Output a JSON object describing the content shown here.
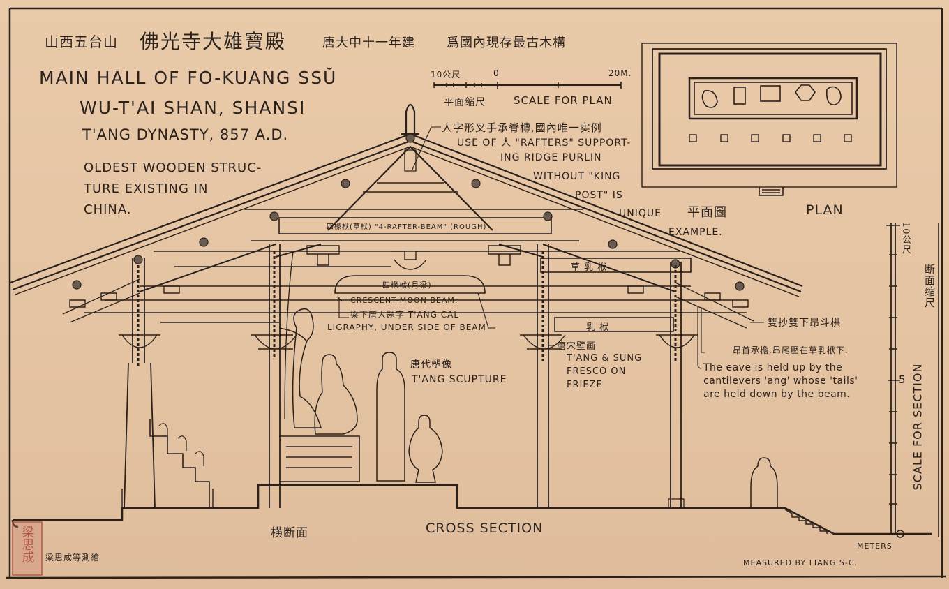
{
  "title": {
    "chinese_location": "山西五台山",
    "chinese_name": "佛光寺大雄寶殿",
    "chinese_date": "唐大中十一年建",
    "chinese_note": "爲國內現存最古木構",
    "english_lines": [
      "Main Hall of Fo-kuang Ssŭ",
      "Wu-t'ai Shan, Shansi"
    ],
    "dynasty": "T'ang Dynasty, 857 A.D.",
    "description_lines": [
      "Oldest wooden struc-",
      "ture existing in",
      "China."
    ]
  },
  "plan_scale": {
    "ticks": [
      "10公尺",
      "0",
      "20M."
    ],
    "label_cn": "平面缩尺",
    "label_en": "Scale for Plan"
  },
  "annotations": {
    "rafters_cn": "人字形叉手承脊槫,國內唯一实例",
    "rafters_en_lines": [
      "Use of 人 \"rafters\" support-",
      "ing ridge purlin",
      "without \"king",
      "post\" is",
      "unique",
      "example."
    ],
    "four_rafter_beam": "四椽栿(草栿) \"4-rafter-beam\" (rough)",
    "cao_rufu": "草 乳 栿",
    "moon_beam_cn": "四椽栿(月梁)",
    "moon_beam_en": "Crescent-moon beam.",
    "calligraphy_cn": "梁下唐人題字",
    "calligraphy_en_lines": [
      "T'ang cal-",
      "ligraphy, under side of beam"
    ],
    "rufu": "乳 栿",
    "fresco_cn": "唐宋壁画",
    "fresco_en_lines": [
      "T'ang & Sung",
      "fresco on",
      "frieze"
    ],
    "sculpture_cn": "唐代塑像",
    "sculpture_en": "T'ang scupture",
    "bracket_cn": "雙抄雙下昂斗栱",
    "ang_cn": "昂首承檐,昂尾壓在草乳栿下.",
    "eave_en_lines": [
      "The eave is held up by the",
      "cantilevers 'ang' whose 'tails'",
      "are held down by the beam."
    ]
  },
  "plan": {
    "label_cn": "平面圖",
    "label_en": "Plan"
  },
  "section_scale": {
    "ticks": [
      "10公尺",
      "5",
      "0"
    ],
    "label_cn": "断面缩尺",
    "label_en": "Scale for Section",
    "unit": "Meters"
  },
  "footer": {
    "section_cn": "横断面",
    "section_en": "Cross Section",
    "credit_cn": "梁思成等測繪",
    "credit_en": "Measured by Liang S-C.",
    "seal_text": "梁思成"
  },
  "colors": {
    "paper": "#e6c6a6",
    "ink": "#2a211c",
    "seal": "#b4584a"
  }
}
